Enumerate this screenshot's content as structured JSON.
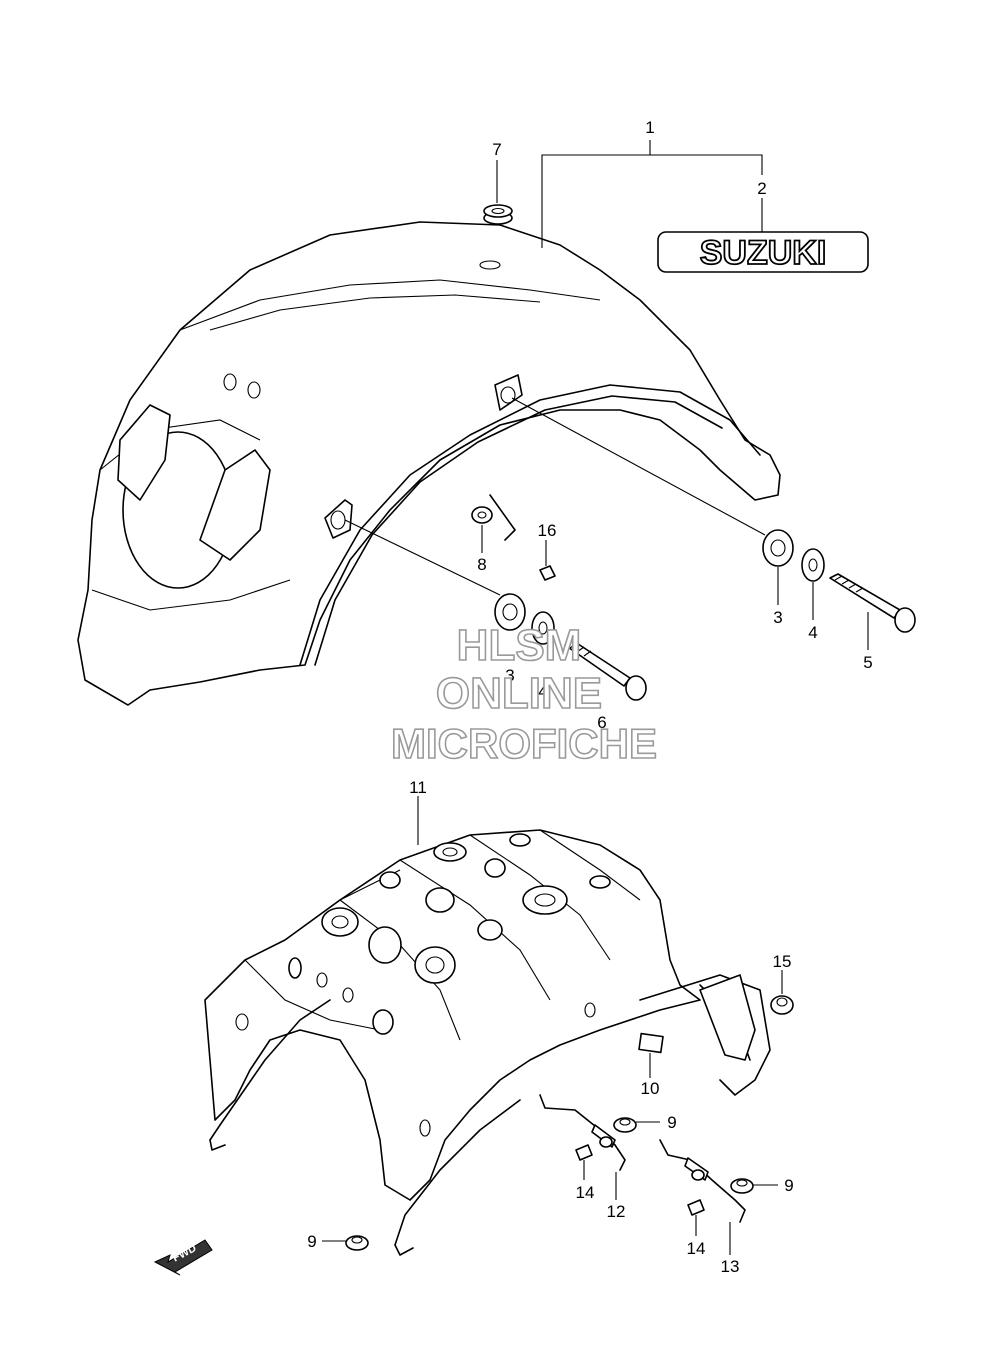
{
  "callouts": {
    "c1": "1",
    "c2": "2",
    "c3a": "3",
    "c3b": "3",
    "c4a": "4",
    "c4b": "4",
    "c5": "5",
    "c6": "6",
    "c7": "7",
    "c8": "8",
    "c9a": "9",
    "c9b": "9",
    "c9c": "9",
    "c10": "10",
    "c11": "11",
    "c12": "12",
    "c13": "13",
    "c14a": "14",
    "c14b": "14",
    "c15": "15",
    "c16": "16"
  },
  "emblem_text": "SUZUKI",
  "watermark": {
    "line1": "HLSM",
    "line2": "ONLINE",
    "line3": "MICROFICHE"
  },
  "fwd_arrow_text": "FWD"
}
